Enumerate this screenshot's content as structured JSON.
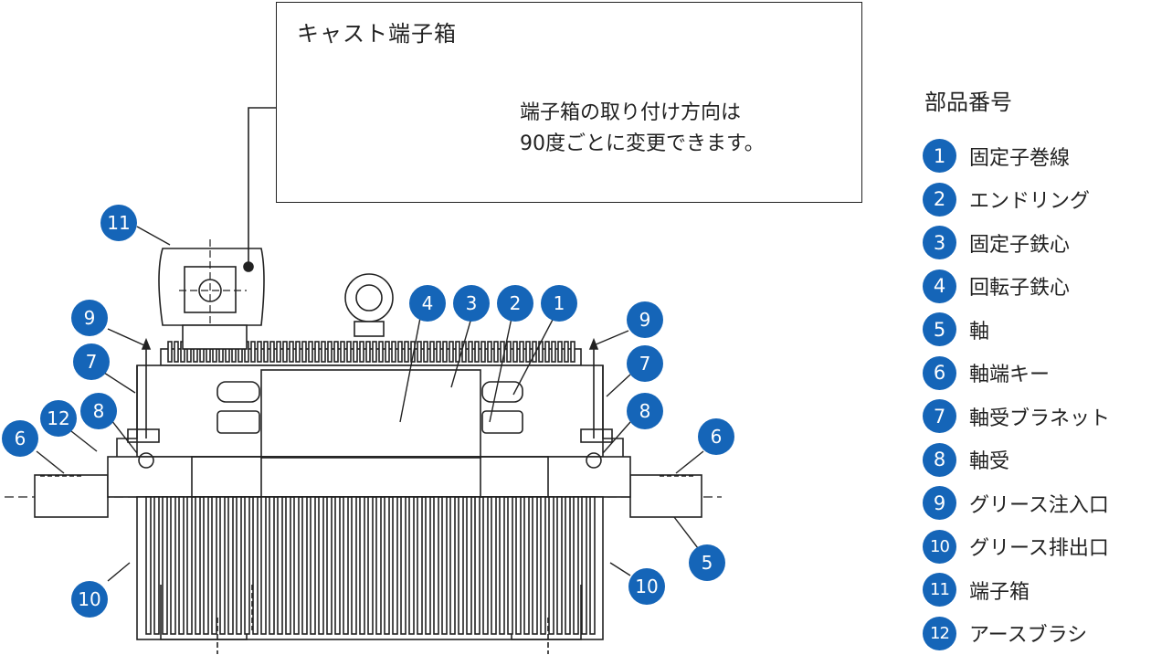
{
  "callout": {
    "title": "キャスト端子箱",
    "note_line1": "端子箱の取り付け方向は",
    "note_line2": "90度ごとに変更できます。"
  },
  "legend": {
    "title": "部品番号",
    "items": [
      {
        "num": "1",
        "label": "固定子巻線"
      },
      {
        "num": "2",
        "label": "エンドリング"
      },
      {
        "num": "3",
        "label": "固定子鉄心"
      },
      {
        "num": "4",
        "label": "回転子鉄心"
      },
      {
        "num": "5",
        "label": "軸"
      },
      {
        "num": "6",
        "label": "軸端キー"
      },
      {
        "num": "7",
        "label": "軸受ブラネット"
      },
      {
        "num": "8",
        "label": "軸受"
      },
      {
        "num": "9",
        "label": "グリース注入口"
      },
      {
        "num": "10",
        "label": "グリース排出口"
      },
      {
        "num": "11",
        "label": "端子箱"
      },
      {
        "num": "12",
        "label": "アースブラシ"
      }
    ]
  },
  "badge_color": "#1565b8",
  "line_color": "#222222"
}
